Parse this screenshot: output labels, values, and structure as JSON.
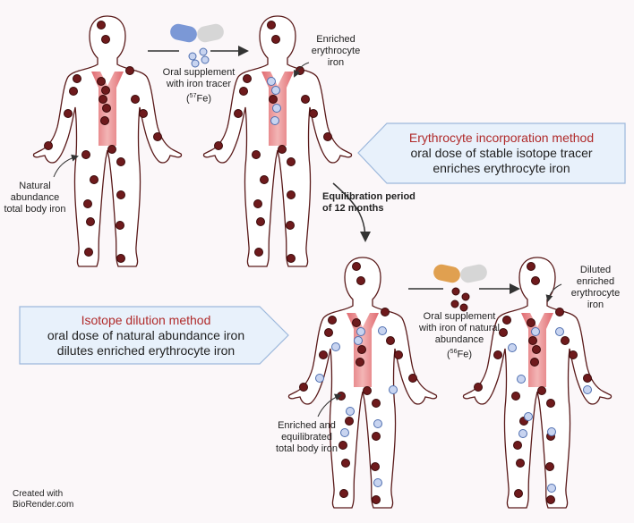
{
  "labels": {
    "natural_abundance": [
      "Natural",
      "abundance",
      "total body iron"
    ],
    "oral_tracer": [
      "Oral supplement",
      "with iron tracer"
    ],
    "tracer_isotope": {
      "mass": "57",
      "element": "Fe"
    },
    "enriched_rbc": [
      "Enriched",
      "erythrocyte",
      "iron"
    ],
    "equilibration": [
      "Equilibration period",
      "of 12 months"
    ],
    "oral_natural": [
      "Oral supplement",
      "with iron of natural",
      "abundance"
    ],
    "natural_isotope": {
      "mass": "56",
      "element": "Fe"
    },
    "diluted_rbc": [
      "Diluted",
      "enriched",
      "erythrocyte",
      "iron"
    ],
    "enriched_total": [
      "Enriched and",
      "equilibrated",
      "total body iron"
    ]
  },
  "callouts": {
    "incorporation": {
      "title": "Erythrocyte incorporation method",
      "lines": [
        "oral dose of stable isotope tracer",
        "enriches erythrocyte iron"
      ]
    },
    "dilution": {
      "title": "Isotope dilution method",
      "lines": [
        "oral dose of natural abundance iron",
        "dilutes enriched erythrocyte iron"
      ]
    }
  },
  "credit": [
    "Created with",
    "BioRender.com"
  ],
  "colors": {
    "natural_iron": "#6e1a1c",
    "tracer_iron": "#c8d4f0",
    "vessel": "#d9535a",
    "callout_fill": "#e8f1fb",
    "callout_title": "#b02a2a"
  }
}
